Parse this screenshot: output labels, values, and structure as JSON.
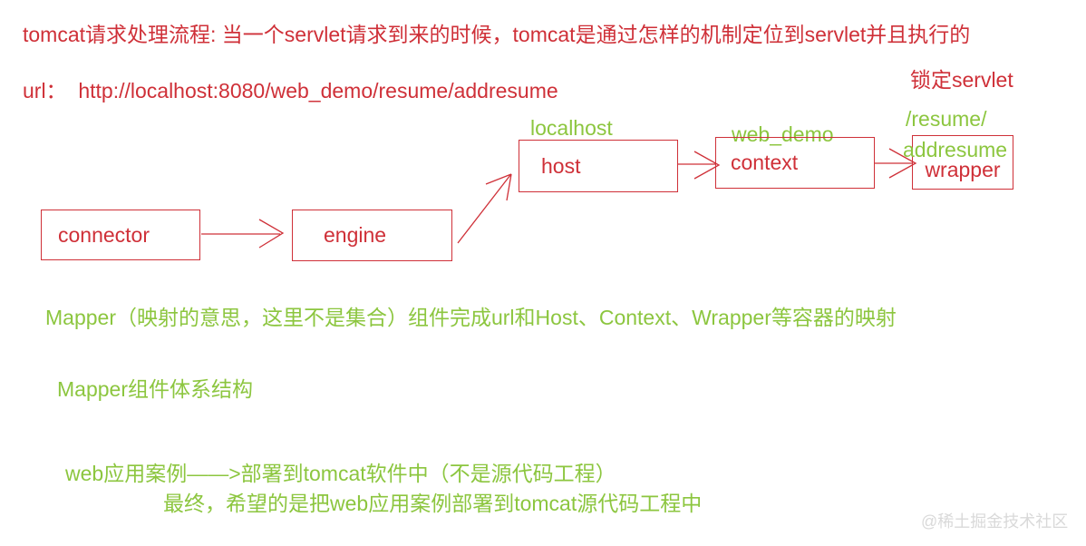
{
  "colors": {
    "red": "#cf3038",
    "green": "#8cc63f",
    "watermark": "#d9d9d9",
    "background": "#ffffff"
  },
  "header": {
    "title": "tomcat请求处理流程: 当一个servlet请求到来的时候，tomcat是通过怎样的机制定位到servlet并且执行的",
    "url_line": "url：  http://localhost:8080/web_demo/resume/addresume",
    "lock_servlet": "锁定servlet"
  },
  "diagram": {
    "boxes": [
      {
        "id": "connector",
        "label": "connector"
      },
      {
        "id": "engine",
        "label": "engine"
      },
      {
        "id": "host",
        "label": "host",
        "annotation": "localhost"
      },
      {
        "id": "context",
        "label": "context",
        "annotation": "web_demo"
      },
      {
        "id": "wrapper",
        "label": "wrapper",
        "annotation_top": "/resume/",
        "annotation_overlap": "addresume"
      }
    ],
    "arrows": [
      {
        "name": "connector-to-engine"
      },
      {
        "name": "engine-to-host"
      },
      {
        "name": "host-to-context"
      },
      {
        "name": "context-to-wrapper"
      }
    ]
  },
  "notes": {
    "mapper_note": "Mapper（映射的意思，这里不是集合）组件完成url和Host、Context、Wrapper等容器的映射",
    "mapper_structure": "Mapper组件体系结构",
    "deploy_note": "web应用案例——>部署到tomcat软件中（不是源代码工程）",
    "deploy_final": "最终，希望的是把web应用案例部署到tomcat源代码工程中"
  },
  "watermark": "@稀土掘金技术社区"
}
